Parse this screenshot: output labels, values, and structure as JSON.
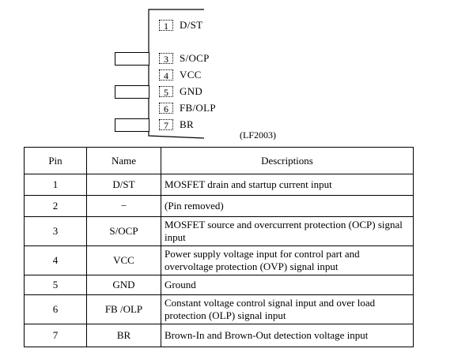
{
  "package": {
    "code": "(LF2003)",
    "pins": [
      {
        "num": "1",
        "label": "D/ST"
      },
      {
        "num": "3",
        "label": "S/OCP"
      },
      {
        "num": "4",
        "label": "VCC"
      },
      {
        "num": "5",
        "label": "GND"
      },
      {
        "num": "6",
        "label": "FB/OLP"
      },
      {
        "num": "7",
        "label": "BR"
      }
    ]
  },
  "table": {
    "headers": [
      "Pin",
      "Name",
      "Descriptions"
    ],
    "rows": [
      {
        "pin": "1",
        "name": "D/ST",
        "desc": "MOSFET drain and startup current input"
      },
      {
        "pin": "2",
        "name": "−",
        "desc": "(Pin removed)"
      },
      {
        "pin": "3",
        "name": "S/OCP",
        "desc": "MOSFET source and overcurrent protection (OCP) signal input"
      },
      {
        "pin": "4",
        "name": "VCC",
        "desc": "Power supply voltage input for control part and overvoltage protection (OVP) signal input"
      },
      {
        "pin": "5",
        "name": "GND",
        "desc": "Ground"
      },
      {
        "pin": "6",
        "name": "FB /OLP",
        "desc": "Constant voltage control signal input and over load protection (OLP) signal input"
      },
      {
        "pin": "7",
        "name": "BR",
        "desc": "Brown-In and Brown-Out detection voltage input"
      }
    ]
  }
}
